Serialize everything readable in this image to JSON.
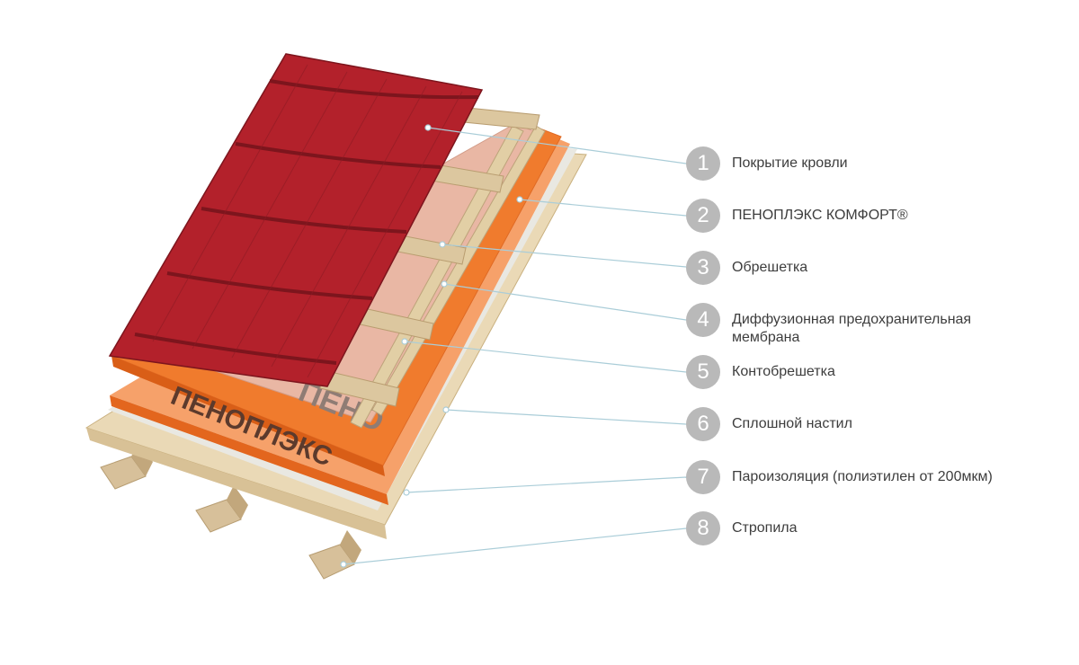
{
  "colors": {
    "tile": "#b3212b",
    "tile_dark": "#7d151d",
    "foam": "#f07b2d",
    "foam_light": "#f6a16a",
    "membrane": "#e9b7a4",
    "batten": "#dcc79f",
    "wood": "#ead9b6",
    "vapor": "#e9e8e2",
    "badge": "#b9b9b9",
    "leader": "#aacdd8",
    "text": "#3d3d3d"
  },
  "diagram": {
    "foam_brand_text": "ПЕНОПЛЭКС",
    "membrane_brand_text": "ПЕНО"
  },
  "legend": [
    {
      "number": "1",
      "label": "Покрытие кровли"
    },
    {
      "number": "2",
      "label": "ПЕНОПЛЭКС КОМФОРТ®"
    },
    {
      "number": "3",
      "label": "Обрешетка"
    },
    {
      "number": "4",
      "label": "Диффузионная предохранительная мембрана"
    },
    {
      "number": "5",
      "label": "Контобрешетка"
    },
    {
      "number": "6",
      "label": "Сплошной настил"
    },
    {
      "number": "7",
      "label": "Пароизоляция (полиэтилен от 200мкм)"
    },
    {
      "number": "8",
      "label": "Стропила"
    }
  ]
}
